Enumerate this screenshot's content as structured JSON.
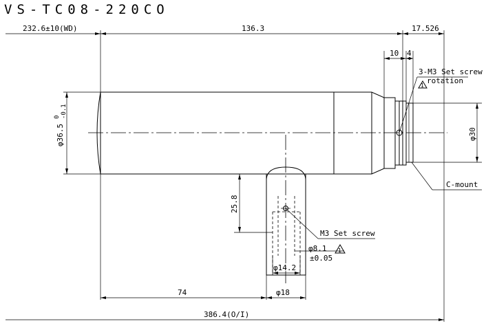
{
  "title": "VS-TC08-220CO",
  "dimensions": {
    "wd": "232.6±10(WD)",
    "length": "136.3",
    "rear": "17.526",
    "d10": "10",
    "d4": "4",
    "body_dia": "φ36.5",
    "body_tol_top": "0",
    "body_tol_bot": "-0.1",
    "mount_dia": "φ30",
    "height": "25.8",
    "bore": "φ8.1",
    "bore_tol": "±0.05",
    "port_inner": "φ14.2",
    "port_outer": "φ18",
    "offset": "74",
    "total": "386.4(O/I)"
  },
  "notes": {
    "set_screw_3": "3-M3 Set screw",
    "rotation": "rotation",
    "set_screw": "M3 Set screw",
    "c_mount": "C-mount",
    "warn1": "1",
    "warn2": "1"
  }
}
